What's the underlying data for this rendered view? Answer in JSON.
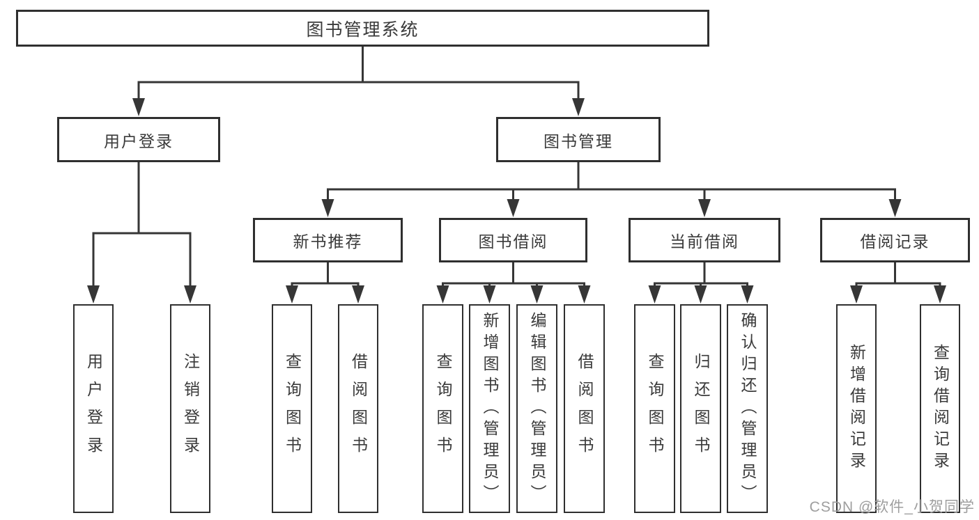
{
  "colors": {
    "background": "#ffffff",
    "box_border": "#2f2f2f",
    "connector": "#363636",
    "text": "#3a3a3a",
    "watermark": "#9e9e9e"
  },
  "labels": {
    "root": "图书管理系统",
    "user_login": "用户登录",
    "book_mgmt": "图书管理",
    "new_book_rec": "新书推荐",
    "book_borrow": "图书借阅",
    "current_borrow": "当前借阅",
    "borrow_records": "借阅记录",
    "ul_login": "用户登录",
    "ul_logout": "注销登录",
    "nbr_query": "查询图书",
    "nbr_borrow": "借阅图书",
    "bb_query": "查询图书",
    "bb_add": "新增图书（管理员）",
    "bb_edit": "编辑图书（管理员）",
    "bb_borrow": "借阅图书",
    "cb_query": "查询图书",
    "cb_return": "归还图书",
    "cb_confirm": "确认归还（管理员）",
    "br_add": "新增借阅记录",
    "br_query": "查询借阅记录"
  },
  "tree": {
    "root": [
      "user_login",
      "book_mgmt"
    ],
    "user_login": [
      "ul_login",
      "ul_logout"
    ],
    "book_mgmt": [
      "new_book_rec",
      "book_borrow",
      "current_borrow",
      "borrow_records"
    ],
    "new_book_rec": [
      "nbr_query",
      "nbr_borrow"
    ],
    "book_borrow": [
      "bb_query",
      "bb_add",
      "bb_edit",
      "bb_borrow"
    ],
    "current_borrow": [
      "cb_query",
      "cb_return",
      "cb_confirm"
    ],
    "borrow_records": [
      "br_add",
      "br_query"
    ]
  },
  "watermark": {
    "text": "CSDN @软件_小贺同学"
  }
}
